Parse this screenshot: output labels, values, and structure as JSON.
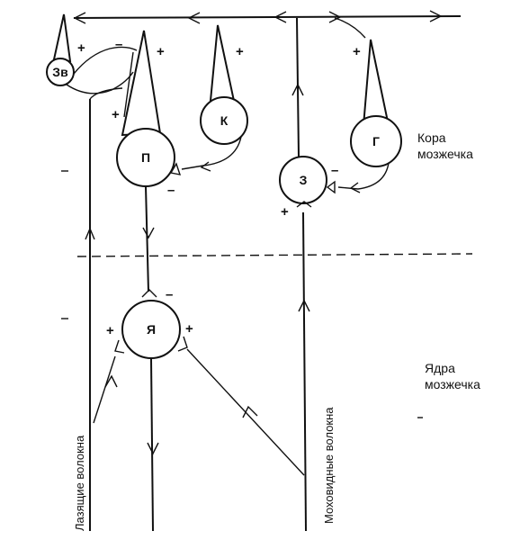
{
  "cells": {
    "zv": "Зв",
    "p": "П",
    "k": "К",
    "z": "З",
    "g": "Г",
    "ya": "Я"
  },
  "signs": {
    "plus": "+",
    "minus": "–"
  },
  "regions": {
    "cortex_line1": "Кора",
    "cortex_line2": "мозжечка",
    "nuclei_line1": "Ядра",
    "nuclei_line2": "мозжечка"
  },
  "fibers": {
    "climbing": "Лазящие волокна",
    "mossy": "Моховидные волокна"
  }
}
